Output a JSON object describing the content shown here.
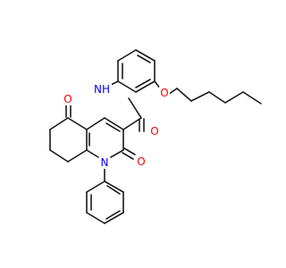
{
  "molecule": {
    "atoms": {
      "o_ketone": "O",
      "o_lactam": "O",
      "o_amide": "O",
      "o_ether": "O",
      "n_ring": "N",
      "n_amide": "NH"
    },
    "colors": {
      "bond": "#1a1a1a",
      "oxygen": "#ff0000",
      "nitrogen": "#0000ff",
      "background": "#ffffff"
    }
  }
}
